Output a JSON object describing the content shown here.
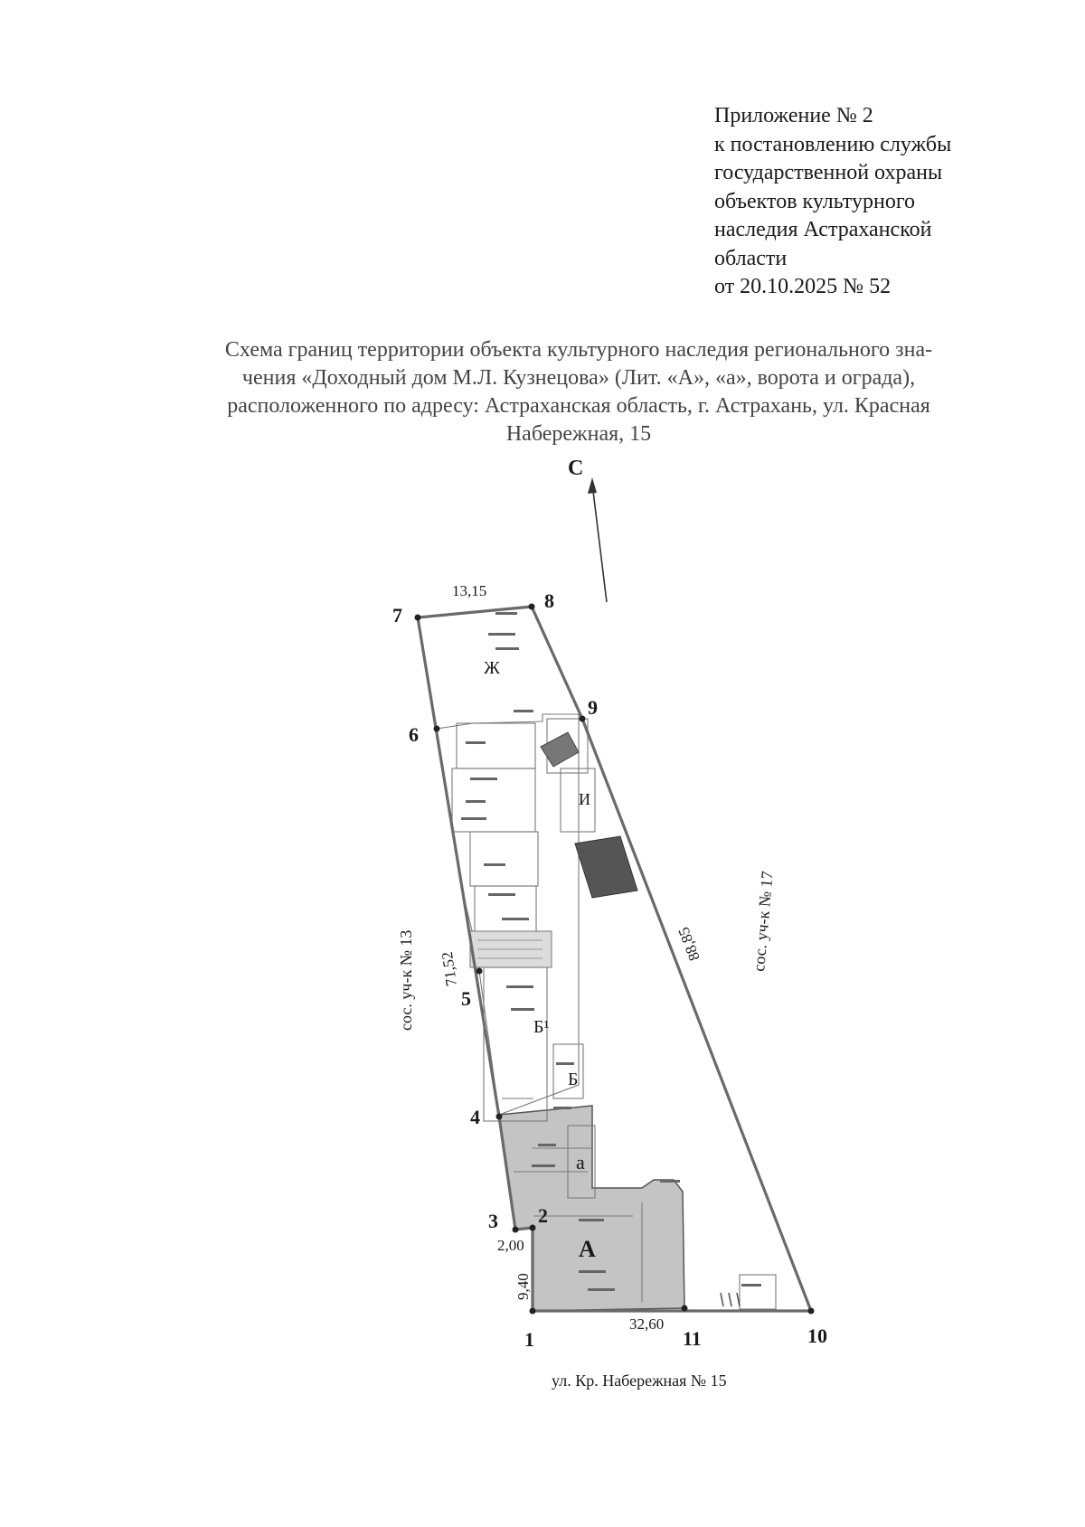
{
  "appendix": {
    "lines": [
      "Приложение № 2",
      "к постановлению службы",
      "государственной охраны",
      "объектов культурного",
      "наследия Астраханской",
      "области",
      "от 20.10.2025 № 52"
    ]
  },
  "title": {
    "lines": [
      "Схема границ территории объекта культурного наследия регионального зна-",
      "чения «Доходный дом М.Л. Кузнецова» (Лит. «А», «а», ворота и ограда),",
      "расположенного по адресу: Астраханская область, г. Астрахань, ул. Красная",
      "Набережная, 15"
    ]
  },
  "scheme": {
    "north_label": "С",
    "points": [
      "1",
      "2",
      "3",
      "4",
      "5",
      "6",
      "7",
      "8",
      "9",
      "10",
      "11"
    ],
    "dimensions": {
      "top": "13,15",
      "left": "71,52",
      "right": "88,85",
      "bottom": "32,60",
      "short_2_3": "2,00",
      "short_1_2": "9,40"
    },
    "building_letters": {
      "A": "А",
      "a": "а",
      "B": "Б",
      "B1": "Б¹",
      "Zh": "Ж",
      "I": "И"
    },
    "neighbors": {
      "left": "сос. уч-к № 13",
      "right": "сос. уч-к № 17"
    },
    "street": "ул. Кр. Набережная № 15"
  },
  "colors": {
    "boundary": "#6a6a6a",
    "protected_fill": "#c4c4c4",
    "dark_fill": "#555555",
    "text": "#1a1a1a"
  }
}
